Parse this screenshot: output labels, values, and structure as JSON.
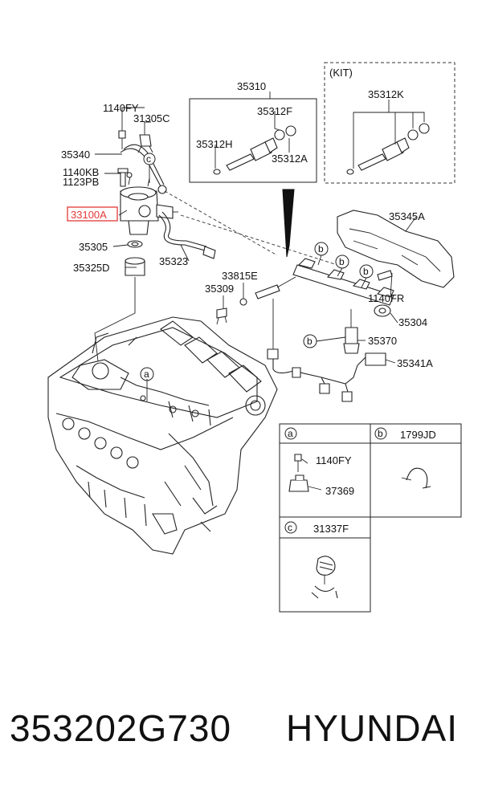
{
  "diagram": {
    "labels": {
      "p1140fy_top": "1140FY",
      "p31305c": "31305C",
      "p35340": "35340",
      "p1140kb": "1140KB",
      "p1123pb": "1123PB",
      "p33100a": "33100A",
      "p35305": "35305",
      "p35325d": "35325D",
      "p35323": "35323",
      "p35310": "35310",
      "p35312f": "35312F",
      "p35312h": "35312H",
      "p35312a": "35312A",
      "kit": "(KIT)",
      "p35312k": "35312K",
      "p35345a": "35345A",
      "p33815e": "33815E",
      "p35309": "35309",
      "p1140fr": "1140FR",
      "p35304": "35304",
      "p35370": "35370",
      "p35341a": "35341A",
      "callout_a": "a",
      "callout_b": "b",
      "callout_c": "c"
    },
    "legend": {
      "a_letter": "a",
      "b_letter": "b",
      "b_part": "1799JD",
      "a_part1": "1140FY",
      "a_part2": "37369",
      "c_letter": "c",
      "c_part": "31337F"
    },
    "highlight_color": "#e53935"
  },
  "footer": {
    "part_number": "353202G730",
    "brand": "HYUNDAI"
  }
}
